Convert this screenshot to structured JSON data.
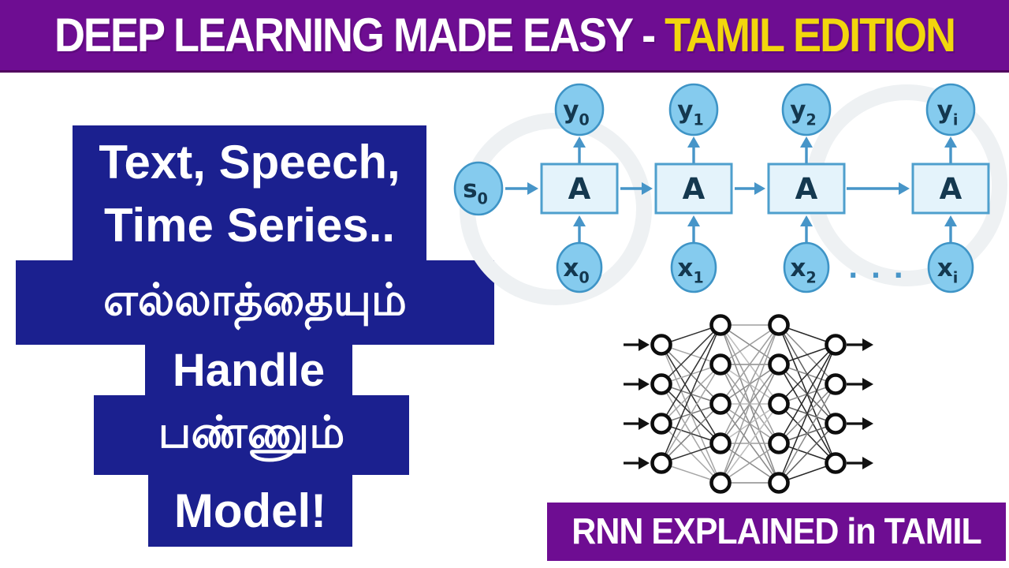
{
  "header": {
    "title_main": "DEEP LEARNING MADE EASY - ",
    "title_accent": "TAMIL EDITION",
    "bg_color": "#6E0D92",
    "accent_color": "#F2D60D",
    "text_color": "#FFFFFF"
  },
  "left_panel": {
    "box_color": "#1B208F",
    "text_color": "#FFFFFF",
    "line1": "Text, Speech,",
    "line2": "Time Series..",
    "line3": "எல்லாத்தையும்",
    "line4": "Handle",
    "line5": "பண்ணும்",
    "line6": "Model!"
  },
  "rnn_diagram": {
    "cell_label": "A",
    "state_label": {
      "base": "s",
      "sub": "0"
    },
    "steps": [
      {
        "input": {
          "base": "x",
          "sub": "0"
        },
        "output": {
          "base": "y",
          "sub": "0"
        }
      },
      {
        "input": {
          "base": "x",
          "sub": "1"
        },
        "output": {
          "base": "y",
          "sub": "1"
        }
      },
      {
        "input": {
          "base": "x",
          "sub": "2"
        },
        "output": {
          "base": "y",
          "sub": "2"
        }
      },
      {
        "input": {
          "base": "x",
          "sub": "i"
        },
        "output": {
          "base": "y",
          "sub": "i"
        }
      }
    ],
    "ellipsis": ". . .",
    "colors": {
      "node_fill": "#85CBEE",
      "node_stroke": "#3E94C6",
      "cell_fill": "#E4F3FB",
      "cell_stroke": "#4E9FCD",
      "arrow": "#4795C8",
      "label": "#14384F",
      "watermark": "#EEF1F3"
    }
  },
  "nn_diagram": {
    "layers": [
      4,
      5,
      5,
      4
    ],
    "node_fill": "#FFFFFF",
    "node_stroke": "#0D0D0D",
    "arrow_color": "#111111"
  },
  "footer_badge": {
    "label": "RNN EXPLAINED in TAMIL",
    "bg_color": "#6E0D92",
    "text_color": "#FFFFFF"
  }
}
